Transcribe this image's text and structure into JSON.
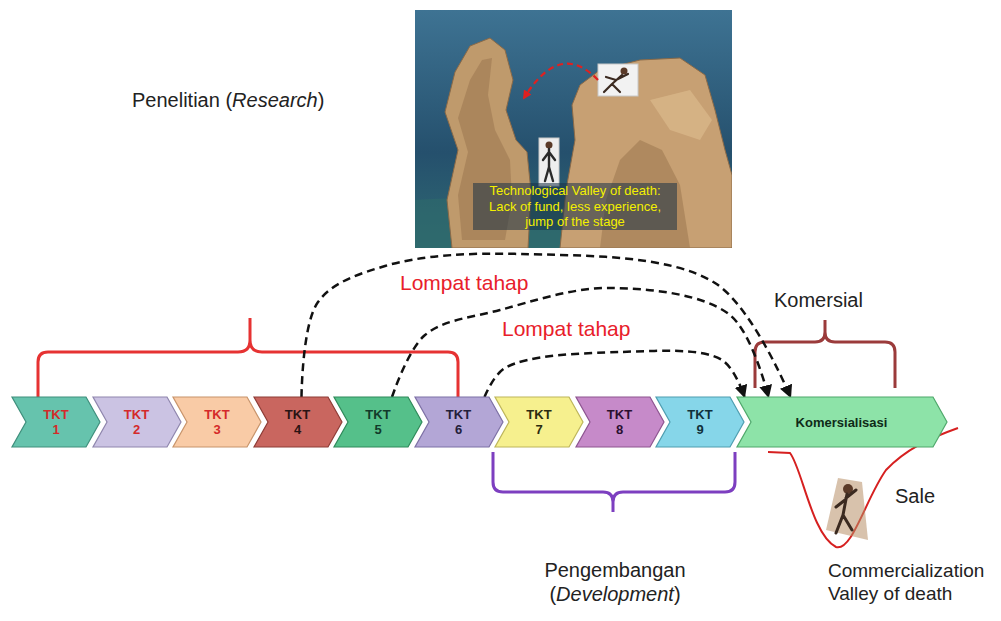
{
  "diagram": {
    "nodes": [
      {
        "text": [
          "TKT 1"
        ]
      },
      {
        "text": [
          "TKT 2"
        ]
      },
      {
        "text": [
          "TKT 3"
        ]
      },
      {
        "text": [
          "TKT 4"
        ]
      },
      {
        "text": [
          "TKT 5"
        ]
      },
      {
        "text": [
          "TKT 6"
        ]
      },
      {
        "text": [
          "TKT 7"
        ]
      },
      {
        "text": [
          "TKT 8"
        ]
      },
      {
        "text": [
          "TKT 9"
        ]
      },
      {
        "text": [
          "Komersialisasi"
        ]
      }
    ],
    "edges": [
      {
        "from": 3,
        "to": 9,
        "arrow": "to"
      },
      {
        "from": 4,
        "to": 9,
        "arrow": "to"
      },
      {
        "from": 5,
        "to": 9,
        "arrow": "to"
      }
    ],
    "labels": [
      "Technological Valley of death: Lack of fund, less experience, jump of the stage",
      "Penelitian (Research)",
      "Lompat tahap",
      "Lompat tahap",
      "Komersial",
      "Pengembangan (Development)",
      "Sale",
      "Commercialization Valley of death"
    ]
  }
}
